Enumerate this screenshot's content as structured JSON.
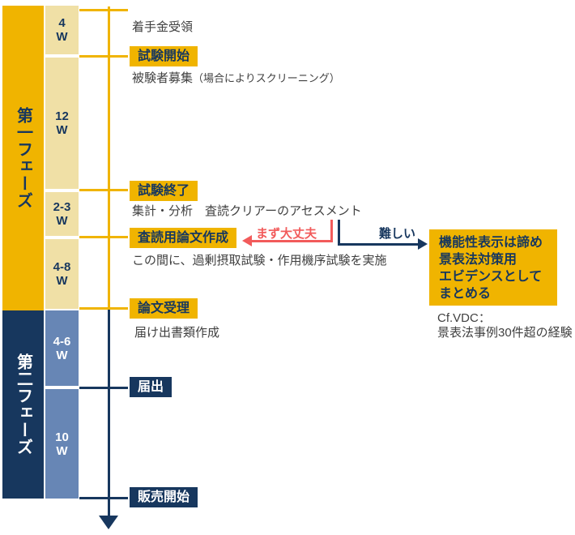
{
  "colors": {
    "gold": "#F0B400",
    "cream": "#F0E0A6",
    "navy": "#17375E",
    "steel": "#6786B5",
    "red": "#F25B5B",
    "body_text": "#404040"
  },
  "phases": [
    {
      "label": "第一フェーズ"
    },
    {
      "label": "第二フェーズ"
    }
  ],
  "durations": [
    {
      "value": "4",
      "unit": "W"
    },
    {
      "value": "12",
      "unit": "W"
    },
    {
      "value": "2-3",
      "unit": "W"
    },
    {
      "value": "4-8",
      "unit": "W"
    },
    {
      "value": "4-6",
      "unit": "W"
    },
    {
      "value": "10",
      "unit": "W"
    }
  ],
  "events": [
    {
      "label": "試験開始"
    },
    {
      "label": "試験終了"
    },
    {
      "label": "査読用論文作成"
    },
    {
      "label": "論文受理"
    },
    {
      "label": "届出"
    },
    {
      "label": "販売開始"
    }
  ],
  "notes": {
    "receipt": "着手金受領",
    "recruit": "被験者募集",
    "recruit_paren": "（場合によりスクリーニング）",
    "analysis": "集計・分析　査読クリアーのアセスメント",
    "during": "この間に、過剰摂取試験・作用機序試験を実施",
    "filing_docs": "届け出書類作成"
  },
  "branch": {
    "ok_label": "まず大丈夫",
    "hard_label": "難しい",
    "fallback_text": "機能性表示は諦め\n景表法対策用\nエビデンスとして\nまとめる",
    "footnote": "Cf.VDC：\n景表法事例30件超の経験"
  }
}
